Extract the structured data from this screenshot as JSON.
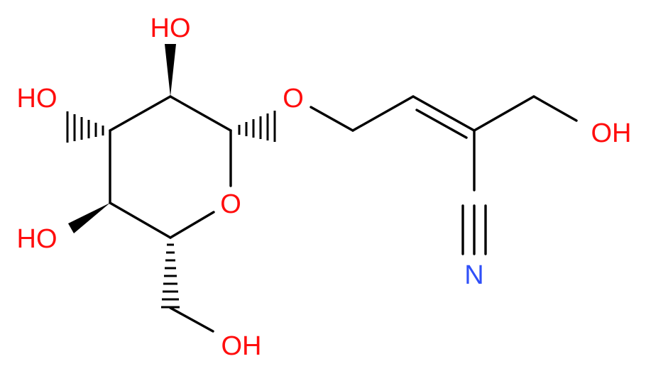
{
  "atom_labels": {
    "oh_c2": "HO",
    "oh_c3": "HO",
    "oh_c4": "HO",
    "oh_c6": "OH",
    "o_glycosidic": "O",
    "o_ring": "O",
    "oh_allyl": "OH",
    "n_nitrile": "N"
  },
  "colors": {
    "oxygen": "#ff0d0d",
    "nitrogen": "#3050f8",
    "bond": "#000000"
  }
}
